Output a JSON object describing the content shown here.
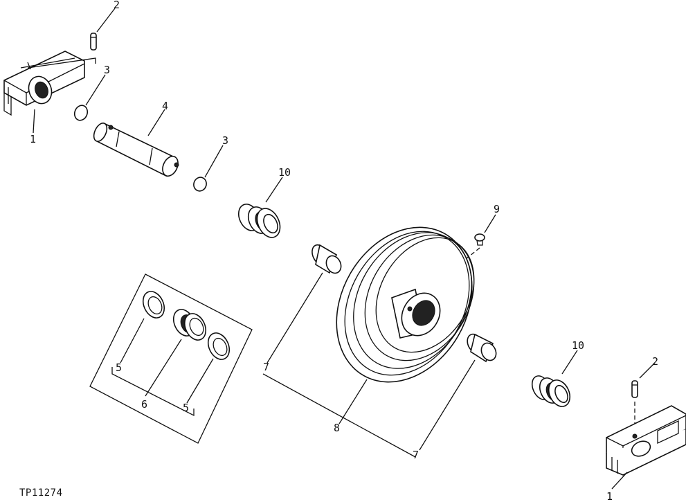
{
  "diagram": {
    "reference_code": "TP11274",
    "callouts": {
      "c1_top": "1",
      "c2_top": "2",
      "c3_a": "3",
      "c3_b": "3",
      "c4": "4",
      "c10_a": "10",
      "c9": "9",
      "c5_a": "5",
      "c6": "6",
      "c5_b": "5",
      "c7_a": "7",
      "c8": "8",
      "c7_b": "7",
      "c10_b": "10",
      "c2_bottom": "2",
      "c1_bottom": "1"
    }
  }
}
